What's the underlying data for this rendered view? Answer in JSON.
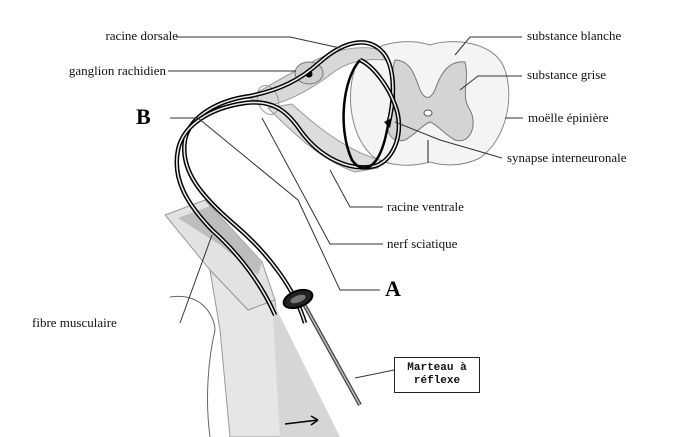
{
  "labels": {
    "racine_dorsale": "racine dorsale",
    "ganglion_rachidien": "ganglion rachidien",
    "substance_blanche": "substance blanche",
    "substance_grise": "substance grise",
    "moelle_epiniere": "moëlle épinière",
    "synapse_interneuronale": "synapse interneuronale",
    "racine_ventrale": "racine ventrale",
    "nerf_sciatique": "nerf sciatique",
    "fibre_musculaire": "fibre musculaire",
    "marteau_line1": "Marteau à",
    "marteau_line2": "réflexe",
    "letter_a": "A",
    "letter_b": "B"
  },
  "colors": {
    "grey_matter": "#d4d4d4",
    "white_matter": "#f4f4f4",
    "leg": "#e6e6e6",
    "nerve": "#000000",
    "leader_line": "#333333"
  }
}
